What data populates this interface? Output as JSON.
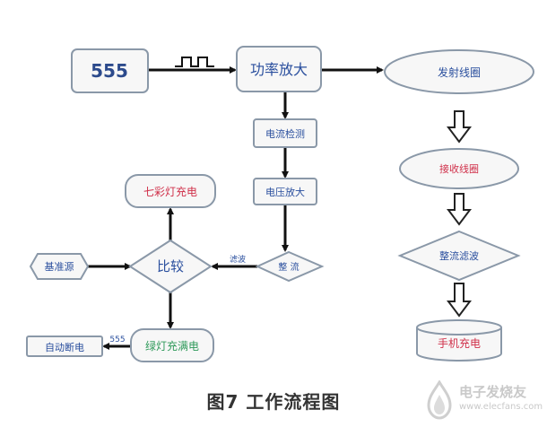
{
  "diagram": {
    "nodes": {
      "timer": "555",
      "power_amp": "功率放大",
      "current_detect": "电流检测",
      "voltage_amp": "电压放大",
      "rectify": "整 流",
      "compare": "比较",
      "reference": "基准源",
      "rainbow_charge": "七彩灯充电",
      "green_full": "绿灯充满电",
      "auto_off": "自动断电",
      "tx_coil": "发射线圈",
      "rx_coil": "接收线圈",
      "rect_filter": "整流滤波",
      "phone_charge": "手机充电"
    },
    "edge_labels": {
      "filter": "滤波",
      "chip": "555"
    }
  },
  "caption": "图7  工作流程图",
  "watermark": {
    "text": "电子发烧友",
    "url": "www.elecfans.com"
  },
  "colors": {
    "node_border": "#8a98a8",
    "node_fill": "#f7f7f7",
    "timer_text": "#2c4a8c",
    "node_text": "#2a4f9e",
    "red_text": "#d0304a",
    "green_text": "#2f9a5a",
    "arrow": "#111111"
  }
}
